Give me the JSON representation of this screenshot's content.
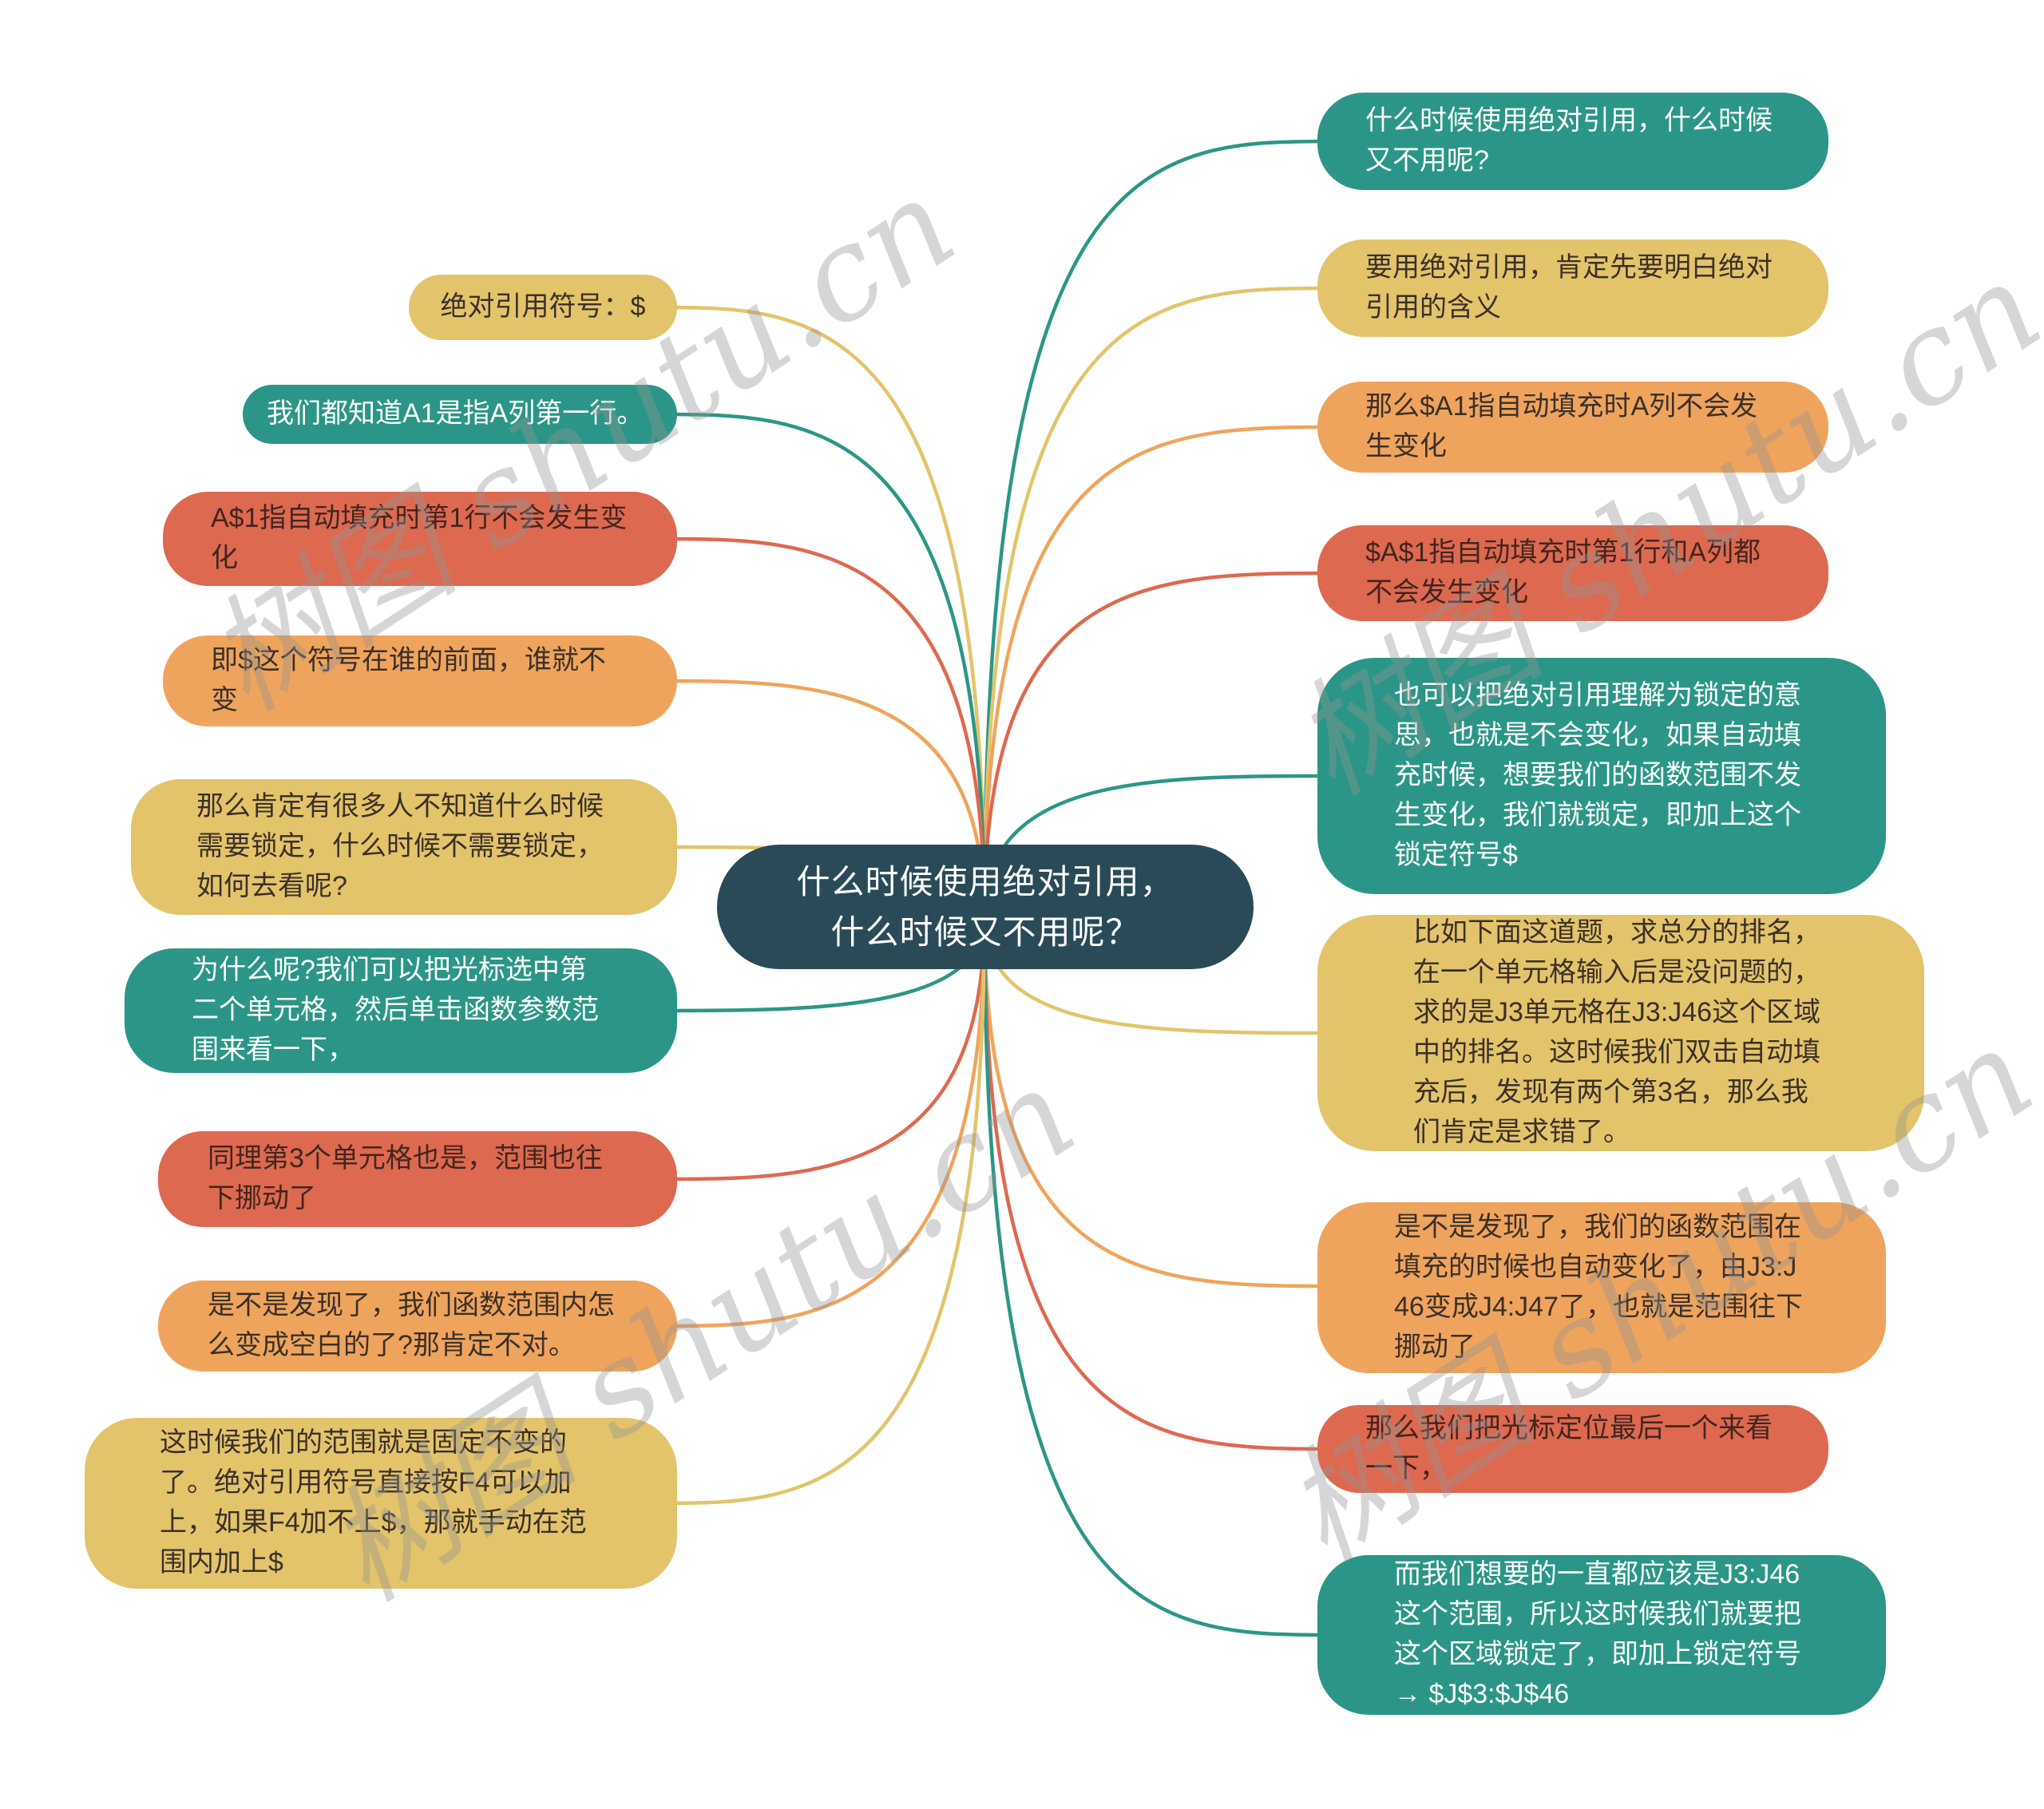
{
  "central": {
    "line1": "什么时候使用绝对引用，",
    "line2": "什么时候又不用呢？"
  },
  "nodes": {
    "left": [
      {
        "text": "绝对引用符号：$",
        "color": "yellow"
      },
      {
        "text": "我们都知道A1是指A列第一行。",
        "color": "teal"
      },
      {
        "text": "A$1指自动填充时第1行不会发生变化",
        "color": "red"
      },
      {
        "text": "即$这个符号在谁的前面，谁就不变",
        "color": "orange"
      },
      {
        "text": "那么肯定有很多人不知道什么时候需要锁定，什么时候不需要锁定，如何去看呢?",
        "color": "yellow"
      },
      {
        "text": "为什么呢?我们可以把光标选中第二个单元格，然后单击函数参数范围来看一下，",
        "color": "teal"
      },
      {
        "text": "同理第3个单元格也是，范围也往下挪动了",
        "color": "red"
      },
      {
        "text": "是不是发现了，我们函数范围内怎么变成空白的了?那肯定不对。",
        "color": "orange"
      },
      {
        "text": "这时候我们的范围就是固定不变的了。绝对引用符号直接按F4可以加上，如果F4加不上$，那就手动在范围内加上$",
        "color": "yellow"
      }
    ],
    "right": [
      {
        "text": "什么时候使用绝对引用，什么时候又不用呢?",
        "color": "teal"
      },
      {
        "text": "要用绝对引用，肯定先要明白绝对引用的含义",
        "color": "yellow"
      },
      {
        "text": "那么$A1指自动填充时A列不会发生变化",
        "color": "orange"
      },
      {
        "text": "$A$1指自动填充时第1行和A列都不会发生变化",
        "color": "red"
      },
      {
        "text": "也可以把绝对引用理解为锁定的意思，也就是不会变化，如果自动填充时候，想要我们的函数范围不发生变化，我们就锁定，即加上这个锁定符号$",
        "color": "teal"
      },
      {
        "text": "比如下面这道题，求总分的排名，在一个单元格输入后是没问题的，求的是J3单元格在J3:J46这个区域中的排名。这时候我们双击自动填充后，发现有两个第3名，那么我们肯定是求错了。",
        "color": "yellow"
      },
      {
        "text": "是不是发现了，我们的函数范围在填充的时候也自动变化了，由J3:J46变成J4:J47了，也就是范围往下挪动了",
        "color": "orange"
      },
      {
        "text": "那么我们把光标定位最后一个来看一下，",
        "color": "red"
      },
      {
        "text": "而我们想要的一直都应该是J3:J46这个范围，所以这时候我们就要把这个区域锁定了，即加上锁定符号→ $J$3:$J$46",
        "color": "teal"
      }
    ]
  },
  "watermark": {
    "text": "树图 shutu.cn"
  },
  "palette": {
    "teal": "#2B9687",
    "yellow": "#E3C46B",
    "orange": "#EFA45D",
    "red": "#DD6950",
    "central_bg": "#2A4A58",
    "text_dark": "#3B3029",
    "text_light": "#FFFFFF",
    "watermark_gray": "#949494",
    "background": "#FFFFFF"
  }
}
